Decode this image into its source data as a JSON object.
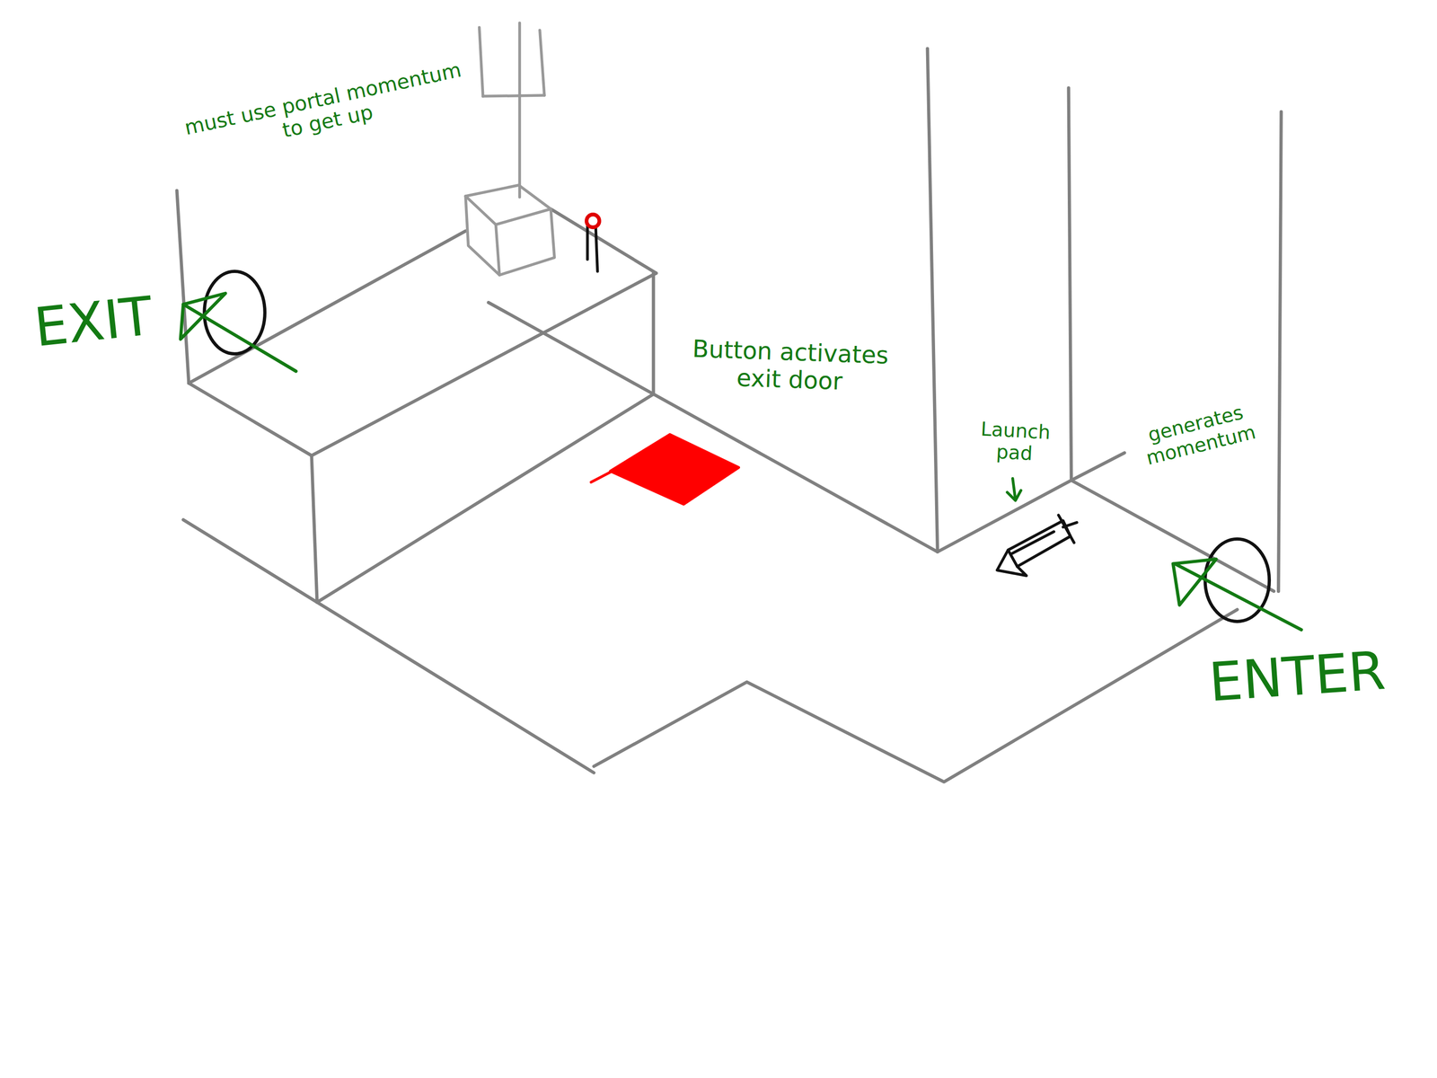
{
  "diagram": {
    "labels": [
      "must use portal momentum to get up",
      "EXIT",
      "Button activates exit door",
      "Launch pad",
      "generates momentum",
      "ENTER"
    ]
  }
}
